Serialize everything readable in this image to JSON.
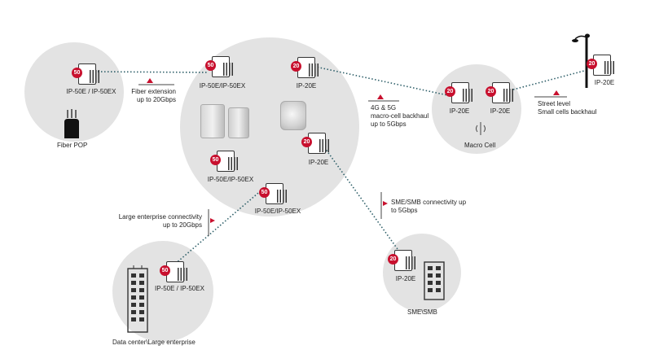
{
  "colors": {
    "accent": "#c8102e",
    "circle": "#e3e3e3",
    "link": "#2e5f69"
  },
  "sites": {
    "fiber_pop": {
      "device_label": "IP-50E / IP-50EX",
      "badge": "50",
      "caption": "Fiber POP"
    },
    "hub": {
      "devices": [
        {
          "label": "IP-50E/IP-50EX",
          "badge": "50"
        },
        {
          "label": "IP-20E",
          "badge": "20"
        },
        {
          "label": "IP-50E/IP-50EX",
          "badge": "50"
        },
        {
          "label": "IP-20E",
          "badge": "20"
        },
        {
          "label": "IP-50E/IP-50EX",
          "badge": "50"
        }
      ]
    },
    "macro_cell": {
      "devices": [
        {
          "label": "IP-20E",
          "badge": "20"
        },
        {
          "label": "IP-20E",
          "badge": "20"
        }
      ],
      "caption": "Macro Cell"
    },
    "street_level": {
      "device_label": "IP-20E",
      "badge": "20"
    },
    "data_center": {
      "device_label": "IP-50E / IP-50EX",
      "badge": "50",
      "caption": "Data center\\Large enterprise"
    },
    "sme": {
      "device_label": "IP-20E",
      "badge": "20",
      "caption": "SME\\SMB"
    }
  },
  "links": {
    "fiber_extension": {
      "line1": "Fiber extension",
      "line2": "up to 20Gbps"
    },
    "macro_backhaul": {
      "line1": "4G & 5G",
      "line2": "macro-cell backhaul",
      "line3": "up to 5Gbps"
    },
    "street_backhaul": {
      "line1": "Street level",
      "line2": "Small cells backhaul"
    },
    "enterprise": {
      "line1": "Large enterprise connectivity",
      "line2": "up to 20Gbps"
    },
    "sme_conn": {
      "line1": "SME/SMB connectivity up",
      "line2": "to 5Gbps"
    }
  }
}
